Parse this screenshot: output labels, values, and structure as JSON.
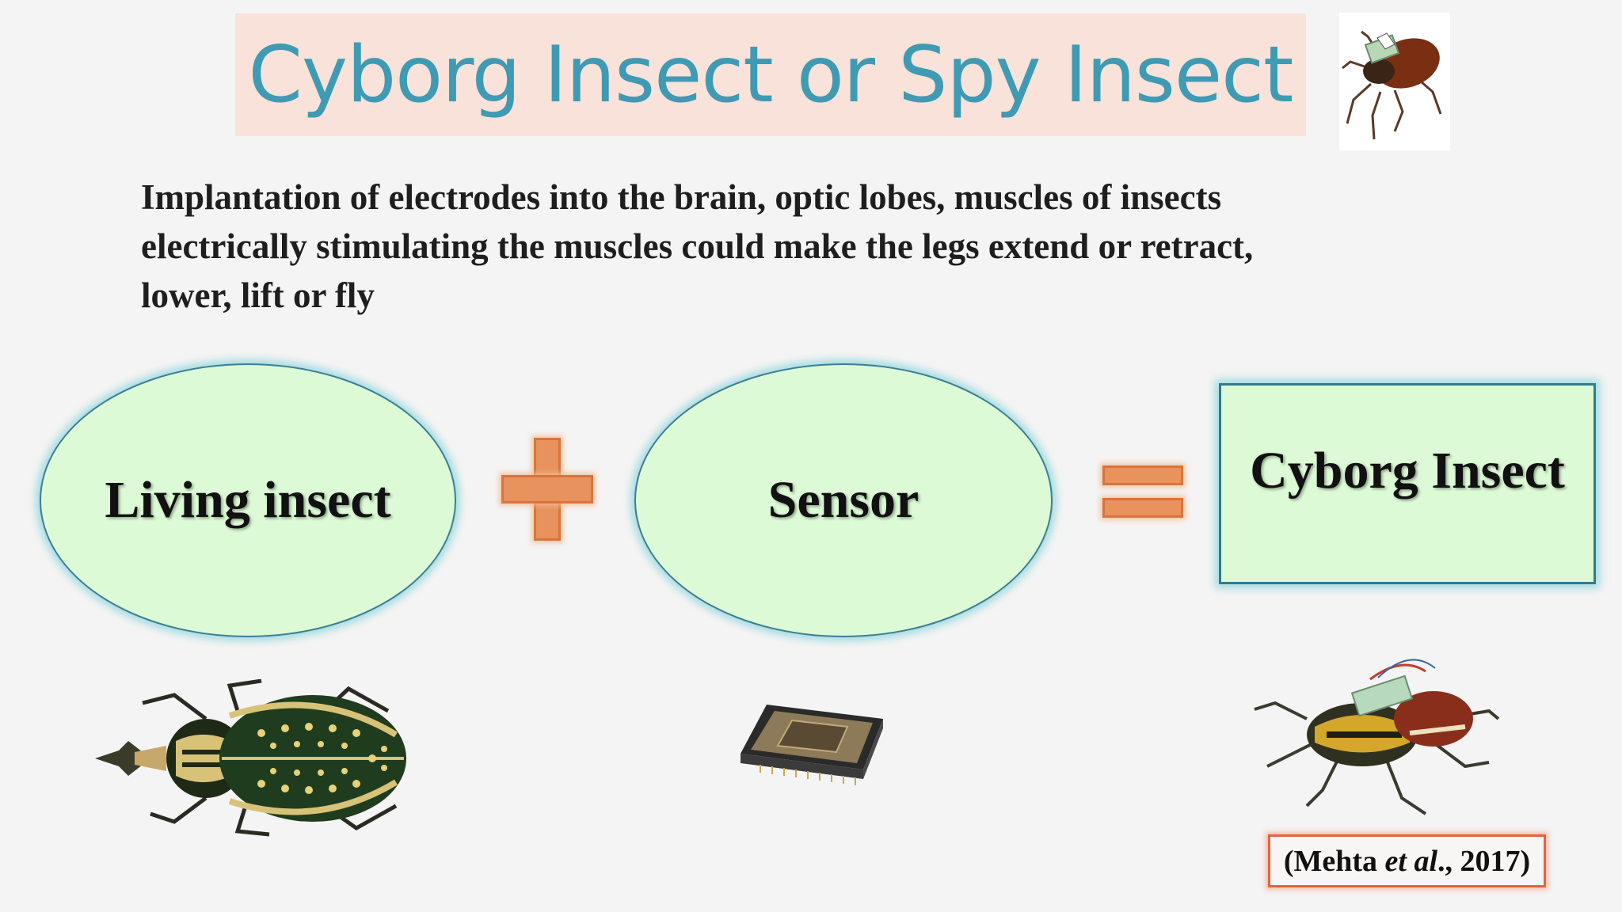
{
  "slide": {
    "title": "Cyborg Insect or Spy Insect",
    "body_lines": [
      "Implantation of electrodes into the brain, optic lobes, muscles of insects",
      "electrically stimulating the muscles could make the legs extend or retract,",
      "lower, lift or fly"
    ]
  },
  "equation": {
    "left_label": "Living insect",
    "middle_label": "Sensor",
    "result_label": "Cyborg Insect",
    "plus_icon": "plus-sign-icon",
    "equals_icon": "equals-sign-icon"
  },
  "citation": {
    "open": "(Mehta ",
    "italic": "et al",
    "close": "., 2017)"
  },
  "colors": {
    "title": "#3e9bb3",
    "title_band": "#f8e2d9",
    "shape_fill": "#dcfad6",
    "operator": "#e8925e",
    "citation_border": "#e06540"
  }
}
